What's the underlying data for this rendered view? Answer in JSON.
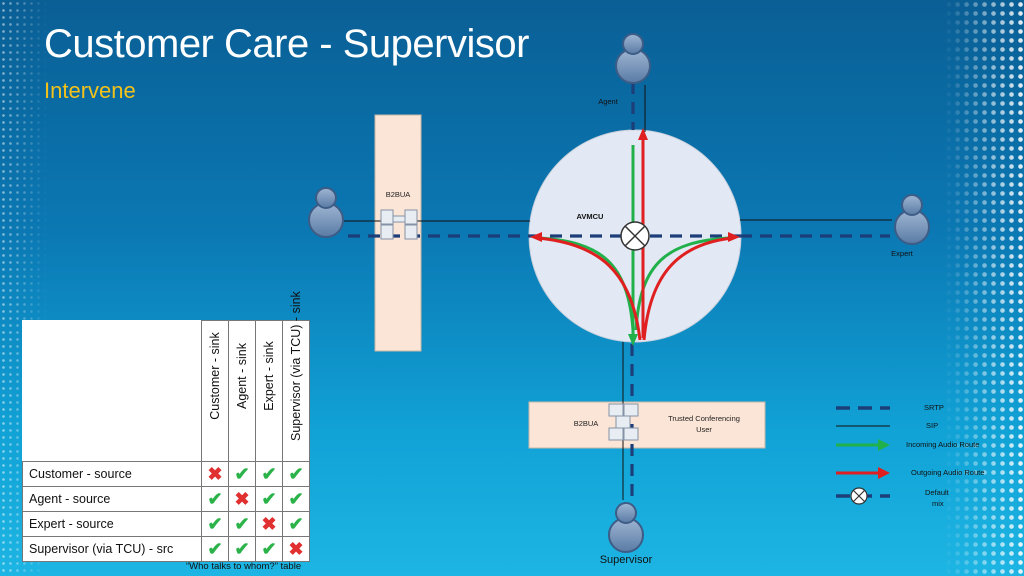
{
  "title": "Customer Care - Supervisor",
  "subtitle": "Intervene",
  "labels": {
    "agent": "Agent",
    "expert": "Expert",
    "supervisor": "Supervisor",
    "b2bua_left": "B2BUA",
    "b2bua_bottom": "B2BUA",
    "avmcu": "AVMCU",
    "tcu_line1": "Trusted Conferencing",
    "tcu_line2": "User"
  },
  "legend": [
    {
      "label": "SRTP",
      "kind": "dashed",
      "color": "#1c3f7a"
    },
    {
      "label": "SIP",
      "kind": "solid",
      "color": "#111111"
    },
    {
      "label": "Incoming Audio Route",
      "kind": "arrow",
      "color": "#22b04b"
    },
    {
      "label": "Outgoing Audio Route",
      "kind": "arrow",
      "color": "#e02020"
    },
    {
      "label": "Default",
      "label2": "mix",
      "kind": "mix",
      "color": "#1c3f7a"
    }
  ],
  "table": {
    "columns": [
      "Customer - sink",
      "Agent - sink",
      "Expert - sink",
      "Supervisor (via TCU) - sink"
    ],
    "rows": [
      {
        "label": "Customer - source",
        "values": [
          false,
          true,
          true,
          true
        ]
      },
      {
        "label": "Agent - source",
        "values": [
          true,
          false,
          true,
          true
        ]
      },
      {
        "label": "Expert - source",
        "values": [
          true,
          true,
          false,
          true
        ]
      },
      {
        "label": "Supervisor (via TCU) - src",
        "values": [
          true,
          true,
          true,
          false
        ]
      }
    ],
    "caption": "“Who talks to whom?” table"
  },
  "colors": {
    "srtp": "#1c3f7a",
    "incoming": "#22b04b",
    "outgoing": "#e02020",
    "box": "#fbe5d6",
    "circle": "#e2e8f4",
    "title": "#ffffff",
    "subtitle": "#f2c21b"
  }
}
